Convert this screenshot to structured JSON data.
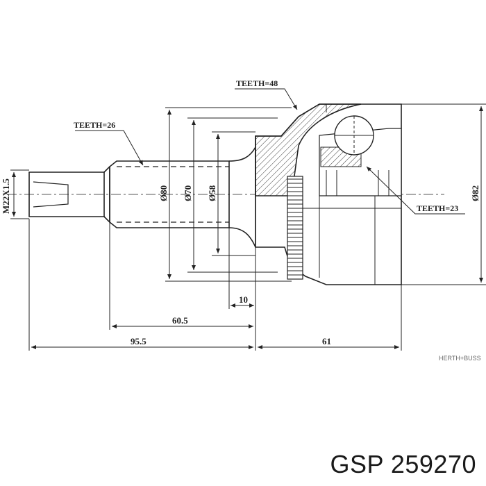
{
  "labels": {
    "teeth_outer": "TEETH=48",
    "teeth_shaft": "TEETH=26",
    "teeth_inner": "TEETH=23",
    "thread": "M22X1.5",
    "dia_80": "Ø80",
    "dia_70": "Ø70",
    "dia_58": "Ø58",
    "dia_82": "Ø82",
    "len_10": "10",
    "len_60_5": "60.5",
    "len_95_5": "95.5",
    "len_61": "61"
  },
  "watermark": "HERTH+BUSS",
  "caption": "GSP 259270"
}
